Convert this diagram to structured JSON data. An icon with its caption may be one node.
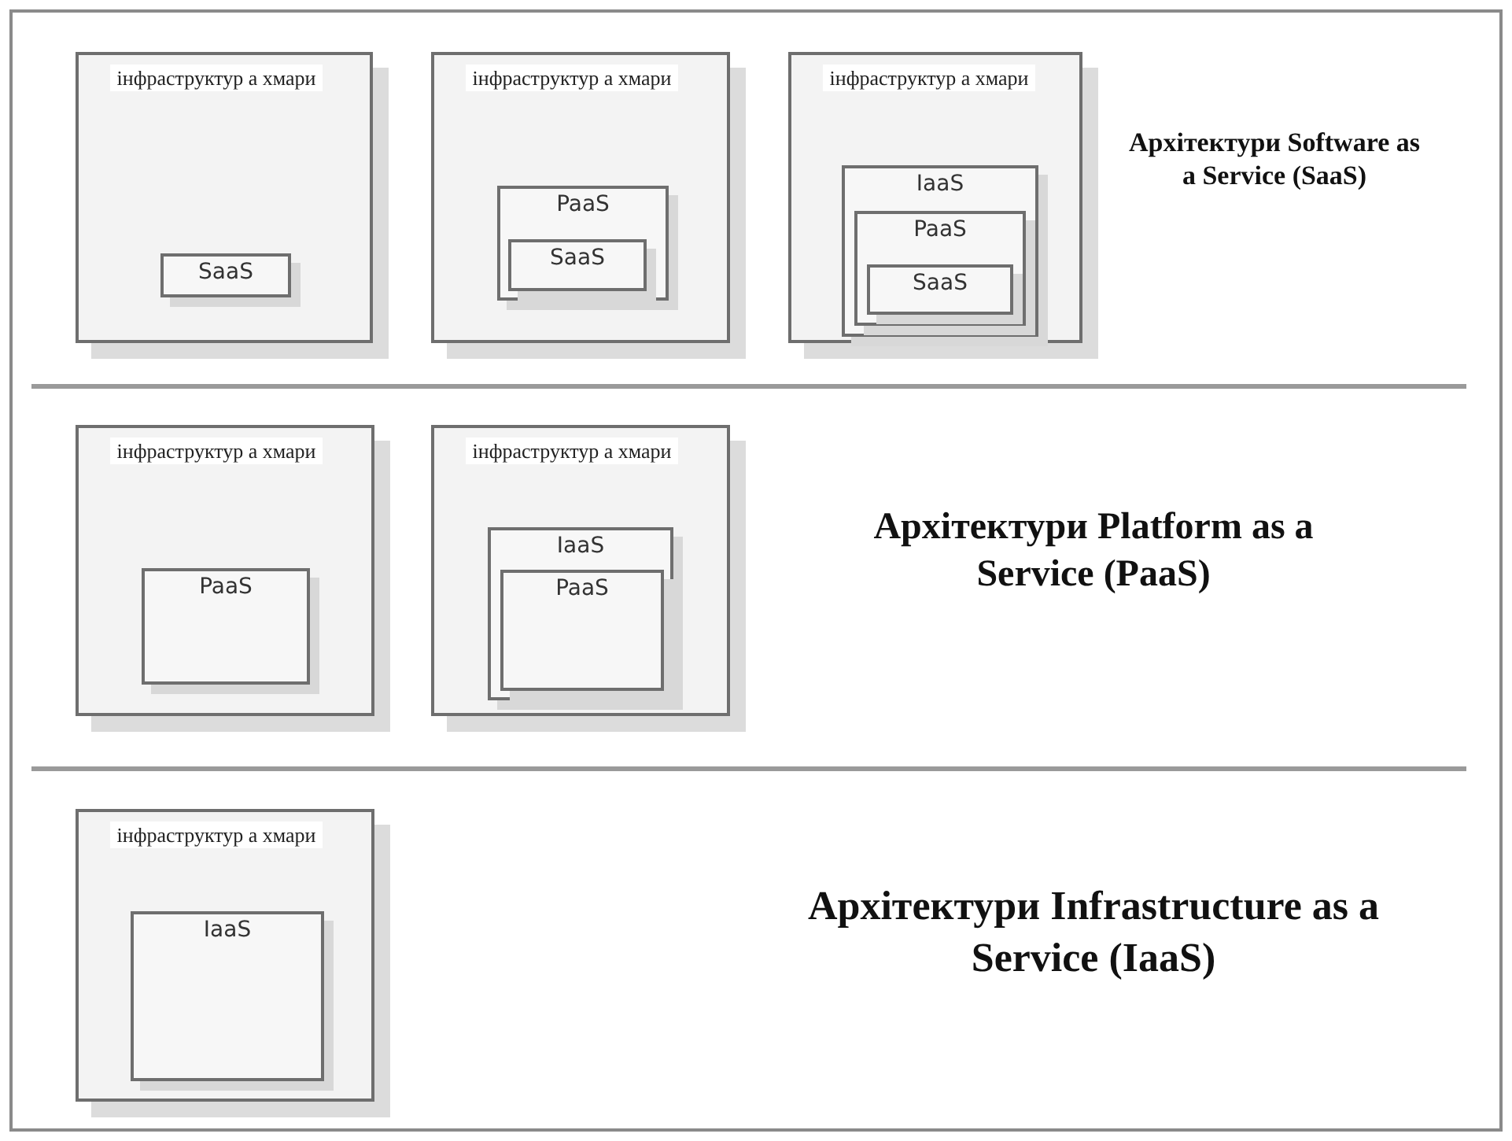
{
  "diagram": {
    "nodes": [
      {
        "text": [
          "інфраструктур а хмари"
        ]
      },
      {
        "text": [
          "SaaS"
        ],
        "in": 0
      },
      {
        "text": [
          "інфраструктур а хмари"
        ]
      },
      {
        "text": [
          "PaaS"
        ],
        "in": 2
      },
      {
        "text": [
          "SaaS"
        ],
        "in": 3
      },
      {
        "text": [
          "інфраструктур а хмари"
        ]
      },
      {
        "text": [
          "IaaS"
        ],
        "in": 5
      },
      {
        "text": [
          "PaaS"
        ],
        "in": 6
      },
      {
        "text": [
          "SaaS"
        ],
        "in": 7
      },
      {
        "text": [
          "інфраструктур а хмари"
        ]
      },
      {
        "text": [
          "PaaS"
        ],
        "in": 9
      },
      {
        "text": [
          "інфраструктур а хмари"
        ]
      },
      {
        "text": [
          "IaaS"
        ],
        "in": 11
      },
      {
        "text": [
          "PaaS"
        ],
        "in": 12
      },
      {
        "text": [
          "інфраструктур а хмари"
        ]
      },
      {
        "text": [
          "IaaS"
        ],
        "in": 14
      }
    ],
    "edges": [],
    "labels": [
      "Архітектури Software as a Service (SaaS)",
      "Архітектури Platform as a Service (PaaS)",
      "Архітектури Infrastructure as a Service (IaaS)"
    ]
  }
}
